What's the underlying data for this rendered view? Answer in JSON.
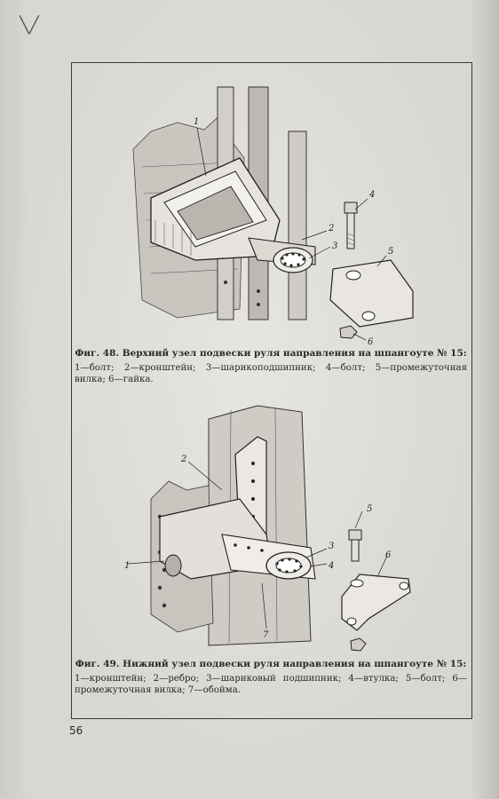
{
  "page": {
    "number": "56"
  },
  "figure48": {
    "title": "Фиг. 48. Верхний узел подвески руля направления на шпангоуте № 15:",
    "legend": "1—болт; 2—кронштейн; 3—шарикоподшипник; 4—болт; 5—промежуточная вилка; 6—гайка.",
    "callouts": [
      "1",
      "2",
      "3",
      "4",
      "5",
      "6"
    ]
  },
  "figure49": {
    "title": "Фиг. 49. Нижний узел подвески руля направления на шпангоуте № 15:",
    "legend": "1—кронштейн; 2—ребро; 3—шариковый подшипник; 4—втулка; 5—болт; 6—промежуточная вилка; 7—обойма.",
    "callouts": [
      "1",
      "2",
      "3",
      "4",
      "5",
      "6",
      "7"
    ]
  }
}
